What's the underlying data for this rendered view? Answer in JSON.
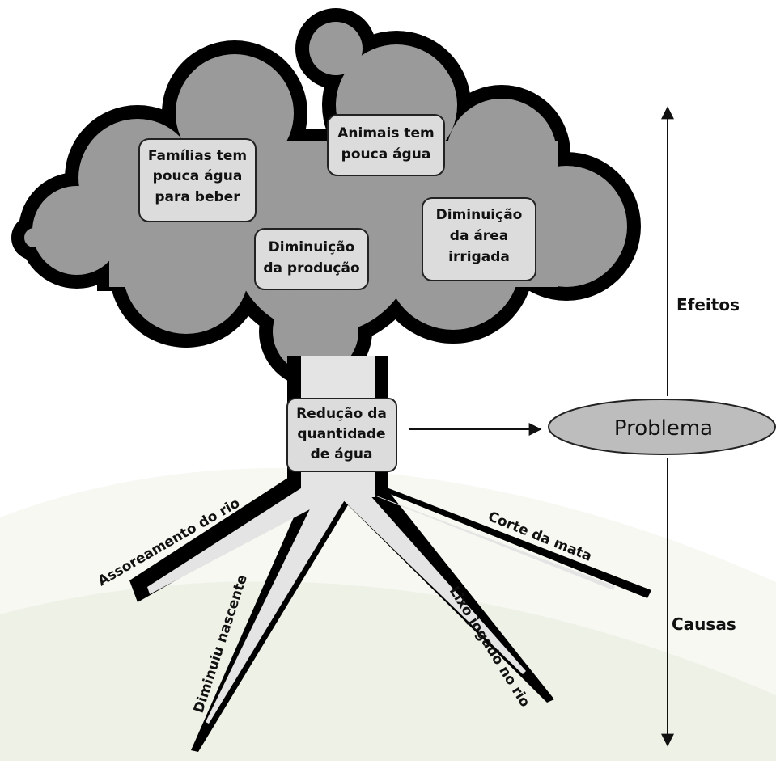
{
  "colors": {
    "cloud_fill": "#9a9a9a",
    "cloud_outline": "#000000",
    "trunk_fill": "#e4e4e4",
    "box_fill": "#dcdcdc",
    "problem_fill": "#bdbdbd",
    "background_swoosh": "#eef2e6"
  },
  "effects": {
    "familias": [
      "Famílias tem",
      "pouca água",
      "para beber"
    ],
    "animais": [
      "Animais tem",
      "pouca água"
    ],
    "area": [
      "Diminuição",
      "da área",
      "irrigada"
    ],
    "producao": [
      "Diminuição",
      "da produção"
    ]
  },
  "trunk_box": [
    "Redução da",
    "quantidade",
    "de água"
  ],
  "roots": {
    "assoreamento": "Assoreamento do rio",
    "nascente": "Diminuiu nascente",
    "corte": "Corte da mata",
    "lixo": "Lixo jogado no rio"
  },
  "side": {
    "efeitos": "Efeitos",
    "problema": "Problema",
    "causas": "Causas"
  }
}
